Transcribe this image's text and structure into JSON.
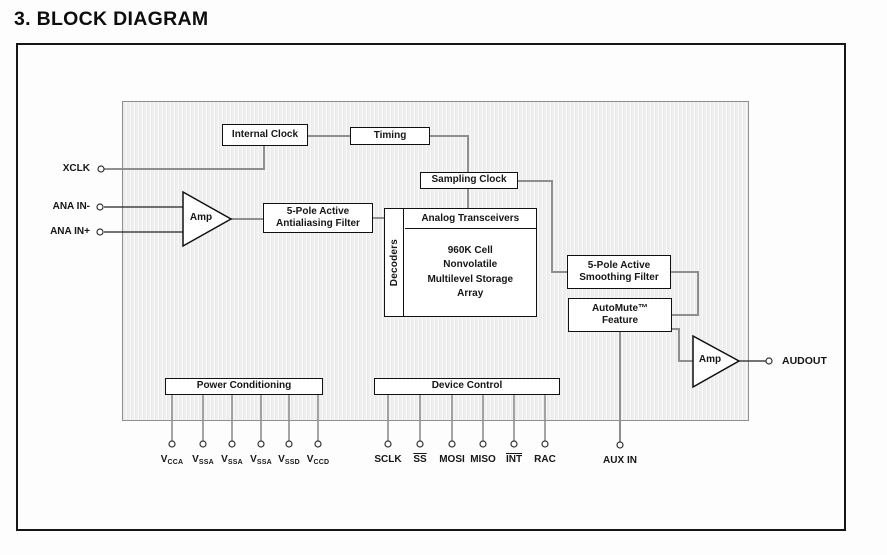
{
  "title": "3. BLOCK DIAGRAM",
  "blocks": {
    "internal_clock": "Internal Clock",
    "timing": "Timing",
    "sampling_clock": "Sampling Clock",
    "antialiasing_filter": {
      "line1": "5-Pole Active",
      "line2": "Antialiasing Filter"
    },
    "analog_transceivers": "Analog Transceivers",
    "decoders": "Decoders",
    "storage_array": {
      "line1": "960K Cell",
      "line2": "Nonvolatile",
      "line3": "Multilevel Storage",
      "line4": "Array"
    },
    "smoothing_filter": {
      "line1": "5-Pole Active",
      "line2": "Smoothing Filter"
    },
    "automute": {
      "line1": "AutoMute™",
      "line2": "Feature"
    },
    "amp_input": "Amp",
    "amp_output": "Amp",
    "power_conditioning": "Power Conditioning",
    "device_control": "Device Control"
  },
  "ports": {
    "xclk": "XCLK",
    "ana_in_minus": "ANA IN-",
    "ana_in_plus": "ANA IN+",
    "audout": "AUDOUT",
    "aux_in": "AUX IN"
  },
  "pins": {
    "power": [
      {
        "base": "V",
        "sub": "CCA"
      },
      {
        "base": "V",
        "sub": "SSA"
      },
      {
        "base": "V",
        "sub": "SSA"
      },
      {
        "base": "V",
        "sub": "SSA"
      },
      {
        "base": "V",
        "sub": "SSD"
      },
      {
        "base": "V",
        "sub": "CCD"
      }
    ],
    "control": [
      {
        "label": "SCLK"
      },
      {
        "label": "SS"
      },
      {
        "label": "MOSI"
      },
      {
        "label": "MISO"
      },
      {
        "label": "INT"
      },
      {
        "label": "RAC"
      }
    ]
  },
  "colors": {
    "wire_gray": "#8f8f8f",
    "wire_black": "#222222",
    "box_border": "#111111",
    "hatch_fill": "#ececec",
    "frame_border": "#161616"
  }
}
